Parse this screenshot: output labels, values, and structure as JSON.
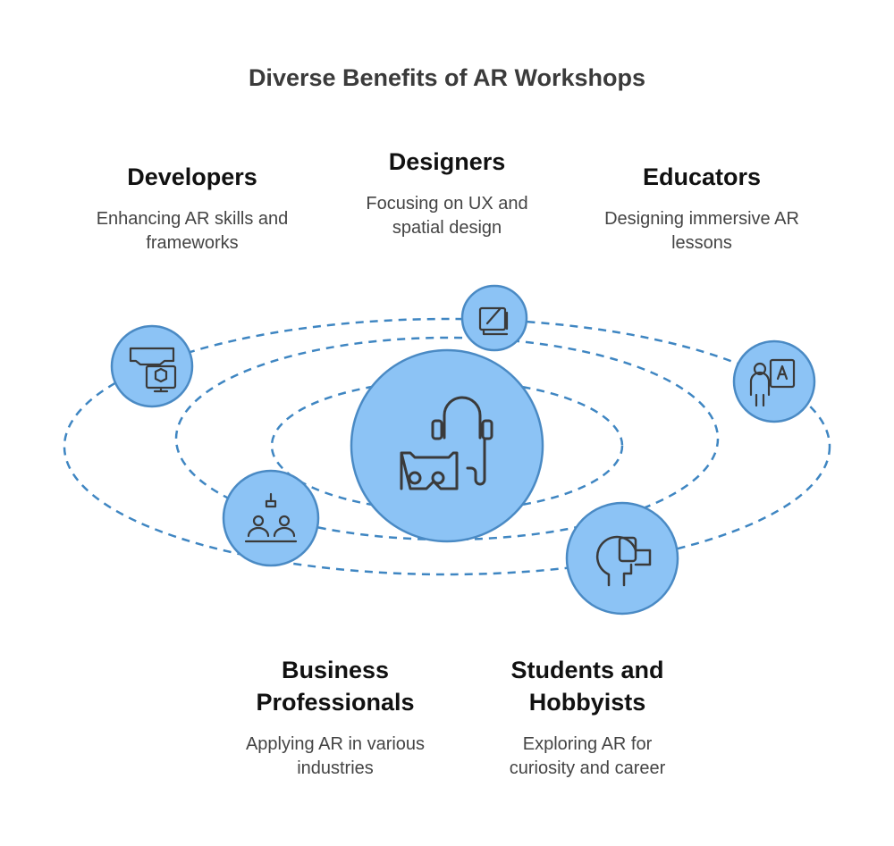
{
  "title": "Diverse Benefits of AR Workshops",
  "colors": {
    "fill": "#8cc3f5",
    "stroke": "#4a8ac4",
    "orbit": "#3f86c2",
    "icon": "#3a3a3a"
  },
  "groups": [
    {
      "name": "Developers",
      "desc1": "Enhancing AR skills and",
      "desc2": "frameworks",
      "icon": "vr-headset-monitor-icon"
    },
    {
      "name": "Designers",
      "desc1": "Focusing on UX and",
      "desc2": "spatial design",
      "icon": "design-tablet-icon"
    },
    {
      "name": "Educators",
      "desc1": "Designing immersive AR",
      "desc2": "lessons",
      "icon": "teacher-board-icon"
    },
    {
      "name1": "Business",
      "name2": "Professionals",
      "desc1": "Applying AR in various",
      "desc2": "industries",
      "icon": "business-meeting-icon"
    },
    {
      "name1": "Students and",
      "name2": "Hobbyists",
      "desc1": "Exploring AR for",
      "desc2": "curiosity and career",
      "icon": "vr-head-icon"
    }
  ],
  "center": {
    "icon": "vr-headset-headphones-icon"
  }
}
